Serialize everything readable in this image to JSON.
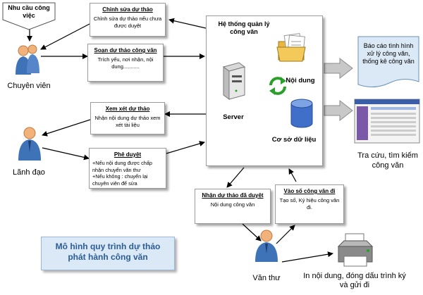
{
  "needs_label": "Nhu cầu công việc",
  "actors": {
    "staff": "Chuyên viên",
    "leader": "Lãnh đạo",
    "clerk": "Văn thư"
  },
  "boxes": {
    "edit": {
      "title": "Chỉnh sửa dự thảo",
      "body": "Chỉnh sửa dự thảo nếu chưa được duyệt"
    },
    "draft": {
      "title": "Soạn dự thảo công văn",
      "body": "Trích yếu, nơi nhận, nội dung..........."
    },
    "review": {
      "title": "Xem xét dự thảo",
      "body": "Nhận nội dung dự thảo xem xét tài liệu"
    },
    "approve": {
      "title": "Phê duyệt",
      "lines": [
        "+Nếu nội dung được chấp nhận chuyển văn thư",
        "+Nếu không : chuyển lại chuyên viên để sửa"
      ]
    },
    "receive": {
      "title": "Nhận dự thảo đã duyệt",
      "body": "Nội dung công văn"
    },
    "register": {
      "title": "Vào số công văn đi",
      "body": "Tạo số, Ký hiệu công văn đi."
    }
  },
  "system": {
    "title": "Hệ thống quản lý công văn",
    "server": "Server",
    "content": "Nội dung",
    "database": "Cơ sở dữ liệu"
  },
  "report": "Báo cáo tình hình xử lý công văn, thống kê công văn",
  "search": "Tra cứu, tìm kiếm công văn",
  "print": "In nội dung, đóng dấu trình ký và gửi đi",
  "banner": "Mô hình quy trình dự thảo phát hành công văn",
  "colors": {
    "banner_bg": "#dbe9f6",
    "banner_text": "#2b5c95",
    "report_bg": "#dbe9f6",
    "person_blue": "#3f73b8",
    "person_head": "#f2b27c",
    "arrow": "#000000",
    "green_cycle": "#2aa02a",
    "db_blue": "#3f6fc8",
    "folder": "#e9b73f"
  }
}
